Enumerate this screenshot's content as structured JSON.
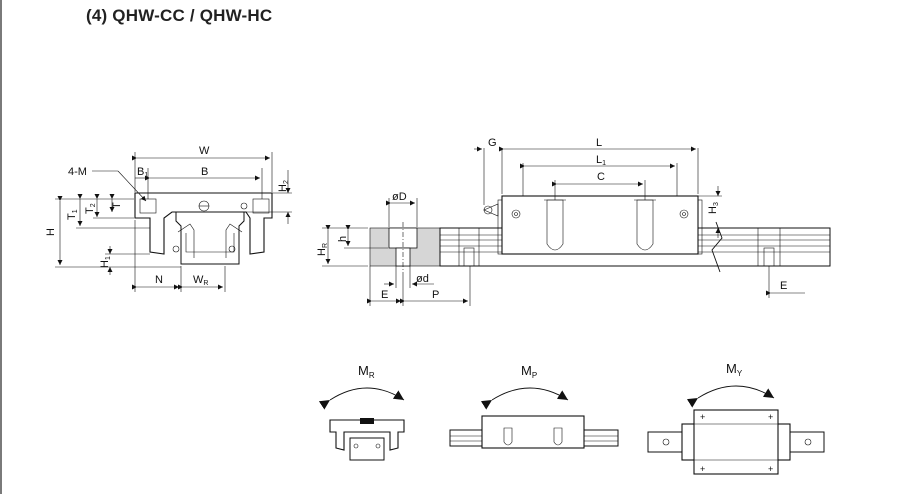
{
  "title": "(4) QHW-CC / QHW-HC",
  "front_view": {
    "labels": {
      "W": "W",
      "B": "B",
      "B1": "B",
      "B1_sub": "1",
      "four_m": "4-M",
      "H": "H",
      "T1": "T",
      "T1_sub": "1",
      "T2": "T",
      "T2_sub": "2",
      "T": "T",
      "H1": "H",
      "H1_sub": "1",
      "H2": "H",
      "H2_sub": "2",
      "N": "N",
      "WR": "W",
      "WR_sub": "R"
    }
  },
  "side_view": {
    "labels": {
      "G": "G",
      "L": "L",
      "L1": "L",
      "L1_sub": "1",
      "C": "C",
      "H3": "H",
      "H3_sub": "3",
      "HR": "H",
      "HR_sub": "R",
      "h": "h",
      "phiD": "øD",
      "phid": "ød",
      "E_left": "E",
      "P": "P",
      "E_right": "E"
    }
  },
  "moments": {
    "MR": {
      "label": "M",
      "sub": "R"
    },
    "MP": {
      "label": "M",
      "sub": "P"
    },
    "MY": {
      "label": "M",
      "sub": "Y"
    }
  }
}
